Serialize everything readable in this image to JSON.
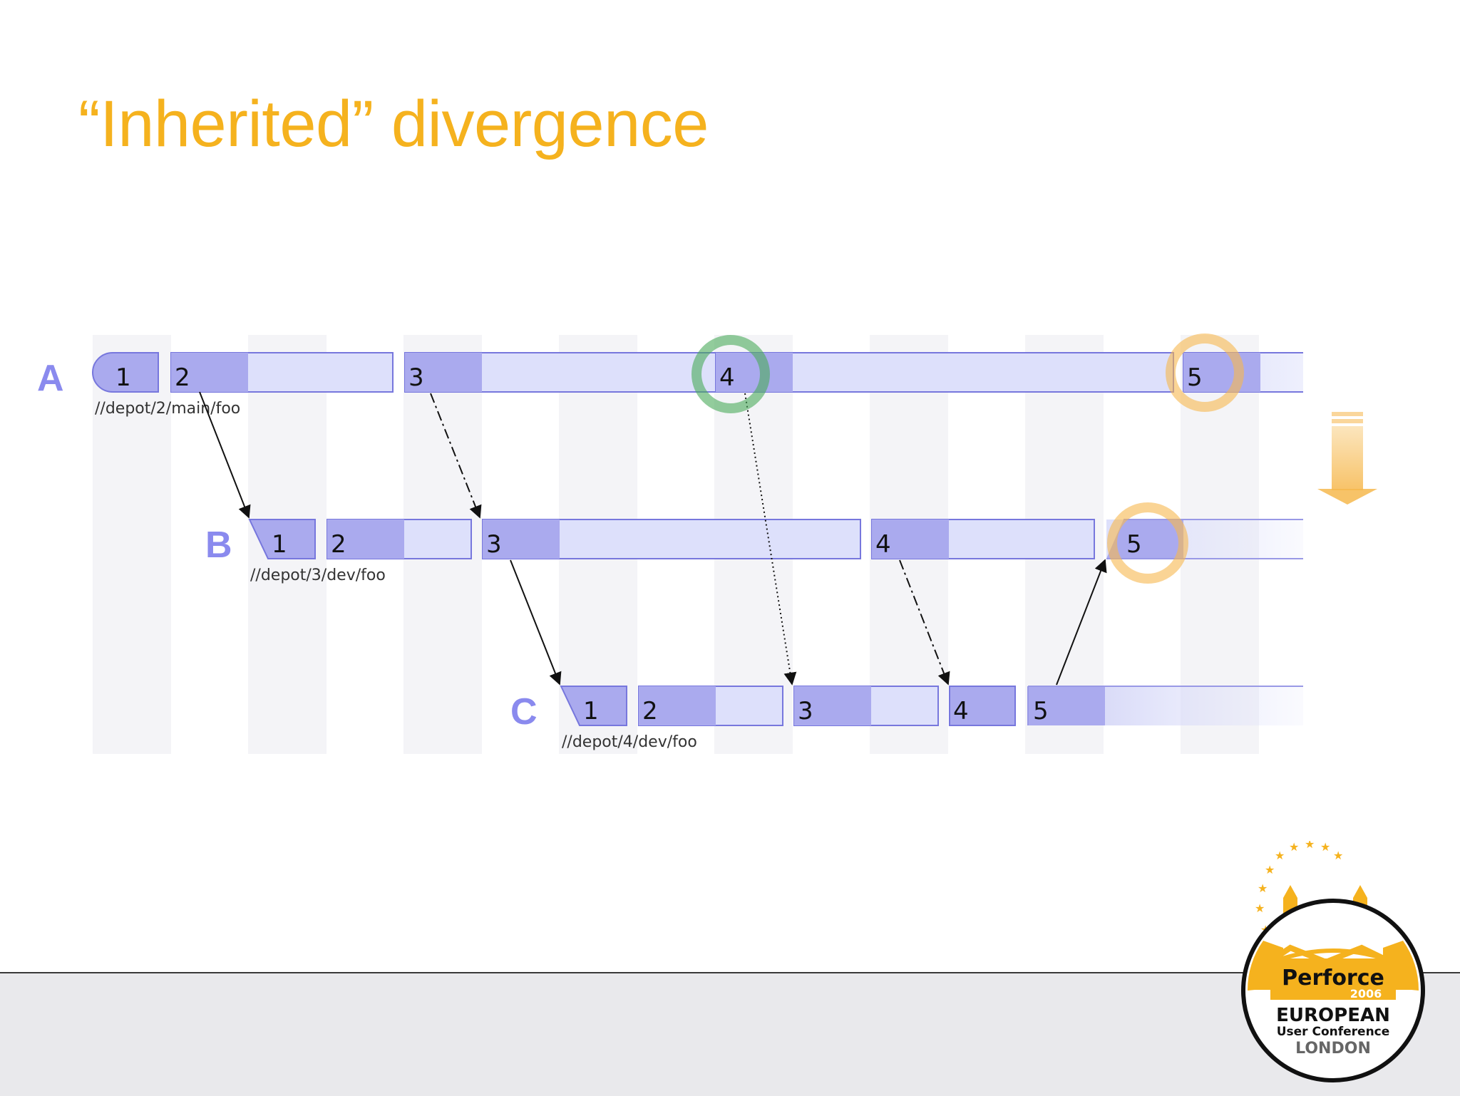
{
  "slide": {
    "title": "“Inherited” divergence"
  },
  "colors": {
    "title": "#f5b21e",
    "revision_box": "#aaaaee",
    "revision_band": "#dde0fb",
    "revision_border": "#7777dd",
    "branch_label": "#8a8aee",
    "highlight_green": "#4aaa5a",
    "highlight_orange": "#f6b84e",
    "logo_yellow": "#f5b21e"
  },
  "branches": [
    {
      "letter": "A",
      "path": "//depot/2/main/foo",
      "revisions": [
        "1",
        "2",
        "3",
        "4",
        "5"
      ]
    },
    {
      "letter": "B",
      "path": "//depot/3/dev/foo",
      "revisions": [
        "1",
        "2",
        "3",
        "4",
        "5"
      ]
    },
    {
      "letter": "C",
      "path": "//depot/4/dev/foo",
      "revisions": [
        "1",
        "2",
        "3",
        "4",
        "5"
      ]
    }
  ],
  "logo": {
    "brand": "Perforce",
    "year": "2006",
    "line1": "EUROPEAN",
    "line2": "User Conference",
    "line3": "LONDON"
  }
}
